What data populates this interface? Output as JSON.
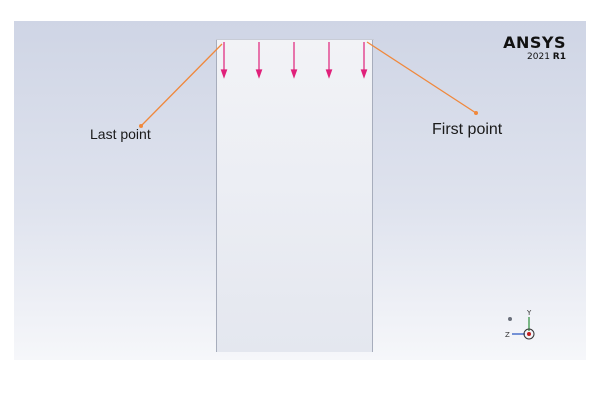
{
  "brand": {
    "name": "ANSYS",
    "version_year": "2021",
    "version_release": "R1"
  },
  "annotations": {
    "last_point": "Last point",
    "first_point": "First point"
  },
  "arrows": {
    "count": 5,
    "color": "#e0207a"
  },
  "leader_line_color": "#f0883c",
  "axis_triad": {
    "y_label": "Y",
    "z_label": "Z"
  }
}
